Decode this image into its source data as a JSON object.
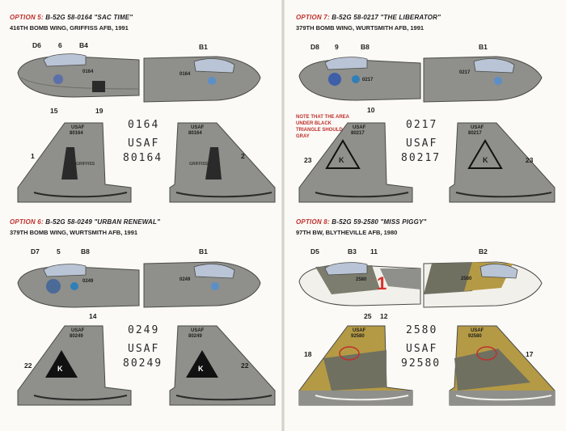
{
  "options": [
    {
      "id": "option-5",
      "label": "OPTION 5:",
      "aircraft": "B-52G 58-0164 \"SAC TIME\"",
      "unit": "416TH BOMB WING, GRIFFISS AFB, 1991",
      "nose_serial": "0164",
      "tail_serial": "80164",
      "big_serial": "0164",
      "usaf": "USAF",
      "fin_usaf": "USAF",
      "fin_serial": "80164",
      "fin_text": "GRIFFISS",
      "callouts": {
        "a": "D6",
        "b": "6",
        "c": "B4",
        "d": "15",
        "e": "19",
        "f": "B1",
        "g": "1",
        "h": "2"
      }
    },
    {
      "id": "option-7",
      "label": "OPTION 7:",
      "aircraft": "B-52G 58-0217 \"THE LIBERATOR\"",
      "unit": "379TH BOMB WING, WURTSMITH AFB, 1991",
      "nose_serial": "0217",
      "tail_serial": "80217",
      "big_serial": "0217",
      "usaf": "USAF",
      "fin_usaf": "USAF",
      "fin_serial": "80217",
      "note": "NOTE THAT THE AREA UNDER BLACK TRIANGLE SHOULD BE GRAY",
      "triangle_letter": "K",
      "callouts": {
        "a": "D8",
        "b": "9",
        "c": "B8",
        "d": "10",
        "f": "B1",
        "g": "23",
        "h": "23"
      }
    },
    {
      "id": "option-6",
      "label": "OPTION 6:",
      "aircraft": "B-52G 58-0249 \"URBAN RENEWAL\"",
      "unit": "379TH BOMB WING, WURTSMITH AFB, 1991",
      "nose_serial": "0249",
      "tail_serial": "80249",
      "big_serial": "0249",
      "usaf": "USAF",
      "fin_usaf": "USAF",
      "fin_serial": "80249",
      "triangle_letter": "K",
      "callouts": {
        "a": "D7",
        "b": "5",
        "c": "B8",
        "d": "14",
        "f": "B1",
        "g": "22",
        "h": "22"
      }
    },
    {
      "id": "option-8",
      "label": "OPTION 8:",
      "aircraft": "B-52G 59-2580 \"MISS PIGGY\"",
      "unit": "97TH BW, BLYTHEVILLE AFB, 1980",
      "nose_serial": "2580",
      "tail_serial": "92580",
      "big_serial": "2580",
      "usaf": "USAF",
      "fin_usaf": "USAF",
      "fin_serial": "92580",
      "red_number": "1",
      "callouts": {
        "a": "D5",
        "b": "B3",
        "c": "11",
        "d": "25",
        "e": "12",
        "f": "B2",
        "g": "18",
        "h": "17"
      }
    }
  ],
  "colors": {
    "gray": "#8f8f8b",
    "gray_dark": "#6d6d69",
    "accent_red": "#c0302b",
    "camo_tan": "#b59a45",
    "camo_green": "#6f7060",
    "white": "#f2f0ea"
  }
}
